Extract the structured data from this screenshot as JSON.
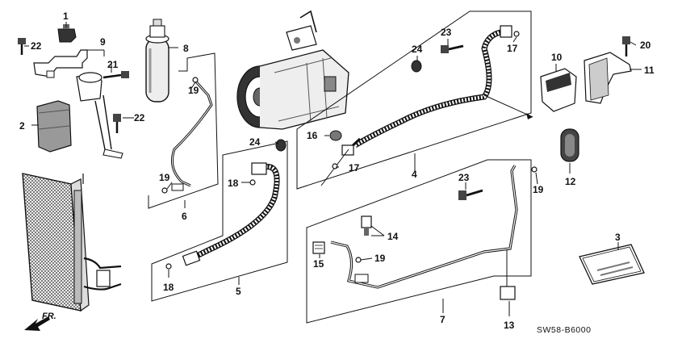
{
  "diagram_code": "SW58-B6000",
  "direction_label": "FR.",
  "callouts": [
    {
      "id": "c1",
      "label": "1"
    },
    {
      "id": "c2",
      "label": "2"
    },
    {
      "id": "c3",
      "label": "3"
    },
    {
      "id": "c4",
      "label": "4"
    },
    {
      "id": "c5",
      "label": "5"
    },
    {
      "id": "c6",
      "label": "6"
    },
    {
      "id": "c7",
      "label": "7"
    },
    {
      "id": "c8",
      "label": "8"
    },
    {
      "id": "c9",
      "label": "9"
    },
    {
      "id": "c10",
      "label": "10"
    },
    {
      "id": "c11",
      "label": "11"
    },
    {
      "id": "c12",
      "label": "12"
    },
    {
      "id": "c13",
      "label": "13"
    },
    {
      "id": "c14",
      "label": "14"
    },
    {
      "id": "c15",
      "label": "15"
    },
    {
      "id": "c16",
      "label": "16"
    },
    {
      "id": "c17a",
      "label": "17"
    },
    {
      "id": "c17b",
      "label": "17"
    },
    {
      "id": "c18a",
      "label": "18"
    },
    {
      "id": "c18b",
      "label": "18"
    },
    {
      "id": "c19a",
      "label": "19"
    },
    {
      "id": "c19b",
      "label": "19"
    },
    {
      "id": "c19c",
      "label": "19"
    },
    {
      "id": "c19d",
      "label": "19"
    },
    {
      "id": "c20",
      "label": "20"
    },
    {
      "id": "c21",
      "label": "21"
    },
    {
      "id": "c22a",
      "label": "22"
    },
    {
      "id": "c22b",
      "label": "22"
    },
    {
      "id": "c23a",
      "label": "23"
    },
    {
      "id": "c23b",
      "label": "23"
    },
    {
      "id": "c24a",
      "label": "24"
    },
    {
      "id": "c24b",
      "label": "24"
    }
  ]
}
